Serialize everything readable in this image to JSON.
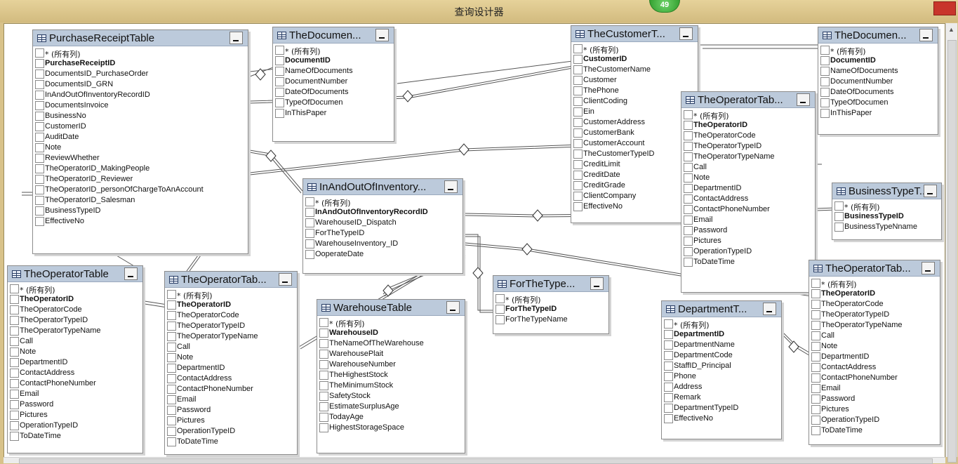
{
  "window": {
    "title": "查询设计器",
    "badge": "49"
  },
  "tables": [
    {
      "id": "t1",
      "title": "PurchaseReceiptTable",
      "columns": [
        "* (所有列)",
        "PurchaseReceiptID",
        "DocumentsID_PurchaseOrder",
        "DocumentsID_GRN",
        "InAndOutOfInventoryRecordID",
        "DocumentsInvoice",
        "BusinessNo",
        "CustomerID",
        "AuditDate",
        "Note",
        "ReviewWhether",
        "TheOperatorID_MakingPeople",
        "TheOperatorID_Reviewer",
        "TheOperatorID_personOfChargeToAnAccount",
        "TheOperatorID_Salesman",
        "BusinessTypeID",
        "EffectiveNo"
      ],
      "key": 1
    },
    {
      "id": "t2",
      "title": "TheDocumen...",
      "columns": [
        "* (所有列)",
        "DocumentID",
        "NameOfDocuments",
        "DocumentNumber",
        "DateOfDocuments",
        "TypeOfDocumen",
        "InThisPaper"
      ],
      "key": 1
    },
    {
      "id": "t3",
      "title": "TheCustomerT...",
      "columns": [
        "* (所有列)",
        "CustomerID",
        "TheCustomerName",
        "Customer",
        "ThePhone",
        "ClientCoding",
        "Ein",
        "CustomerAddress",
        "CustomerBank",
        "CustomerAccount",
        "TheCustomerTypeID",
        "CreditLimit",
        "CreditDate",
        "CreditGrade",
        "ClientCompany",
        "EffectiveNo"
      ],
      "key": 1
    },
    {
      "id": "t4",
      "title": "TheDocumen...",
      "columns": [
        "* (所有列)",
        "DocumentID",
        "NameOfDocuments",
        "DocumentNumber",
        "DateOfDocuments",
        "TypeOfDocumen",
        "InThisPaper"
      ],
      "key": 1
    },
    {
      "id": "t5",
      "title": "TheOperatorTab...",
      "columns": [
        "* (所有列)",
        "TheOperatorID",
        "TheOperatorCode",
        "TheOperatorTypeID",
        "TheOperatorTypeName",
        "Call",
        "Note",
        "DepartmentID",
        "ContactAddress",
        "ContactPhoneNumber",
        "Email",
        "Password",
        "Pictures",
        "OperationTypeID",
        "ToDateTime"
      ],
      "key": 1
    },
    {
      "id": "t6",
      "title": "InAndOutOfInventory...",
      "columns": [
        "* (所有列)",
        "InAndOutOfInventoryRecordID",
        "WarehouseID_Dispatch",
        "ForTheTypeID",
        "WarehouseInventory_ID",
        "OoperateDate"
      ],
      "key": 1
    },
    {
      "id": "t7",
      "title": "BusinessTypeT...",
      "columns": [
        "* (所有列)",
        "BusinessTypeID",
        "BusinessTypeNname"
      ],
      "key": 1
    },
    {
      "id": "t8",
      "title": "TheOperatorTable",
      "columns": [
        "* (所有列)",
        "TheOperatorID",
        "TheOperatorCode",
        "TheOperatorTypeID",
        "TheOperatorTypeName",
        "Call",
        "Note",
        "DepartmentID",
        "ContactAddress",
        "ContactPhoneNumber",
        "Email",
        "Password",
        "Pictures",
        "OperationTypeID",
        "ToDateTime"
      ],
      "key": 1
    },
    {
      "id": "t9",
      "title": "TheOperatorTab...",
      "columns": [
        "* (所有列)",
        "TheOperatorID",
        "TheOperatorCode",
        "TheOperatorTypeID",
        "TheOperatorTypeName",
        "Call",
        "Note",
        "DepartmentID",
        "ContactAddress",
        "ContactPhoneNumber",
        "Email",
        "Password",
        "Pictures",
        "OperationTypeID",
        "ToDateTime"
      ],
      "key": 1
    },
    {
      "id": "t10",
      "title": "WarehouseTable",
      "columns": [
        "* (所有列)",
        "WarehouseID",
        "TheNameOfTheWarehouse",
        "WarehousePlait",
        "WarehouseNumber",
        "TheHighestStock",
        "TheMinimumStock",
        "SafetyStock",
        "EstimateSurplusAge",
        "TodayAge",
        "HighestStorageSpace"
      ],
      "key": 1
    },
    {
      "id": "t11",
      "title": "ForTheType...",
      "columns": [
        "* (所有列)",
        "ForTheTypeID",
        "ForTheTypeName"
      ],
      "key": 1
    },
    {
      "id": "t12",
      "title": "DepartmentT...",
      "columns": [
        "* (所有列)",
        "DepartmentID",
        "DepartmentName",
        "DepartmentCode",
        "StaffID_Principal",
        "Phone",
        "Address",
        "Remark",
        "DepartmentTypeID",
        "EffectiveNo"
      ],
      "key": 1
    },
    {
      "id": "t13",
      "title": "TheOperatorTab...",
      "columns": [
        "* (所有列)",
        "TheOperatorID",
        "TheOperatorCode",
        "TheOperatorTypeID",
        "TheOperatorTypeName",
        "Call",
        "Note",
        "DepartmentID",
        "ContactAddress",
        "ContactPhoneNumber",
        "Email",
        "Password",
        "Pictures",
        "OperationTypeID",
        "ToDateTime"
      ],
      "key": 1
    }
  ]
}
